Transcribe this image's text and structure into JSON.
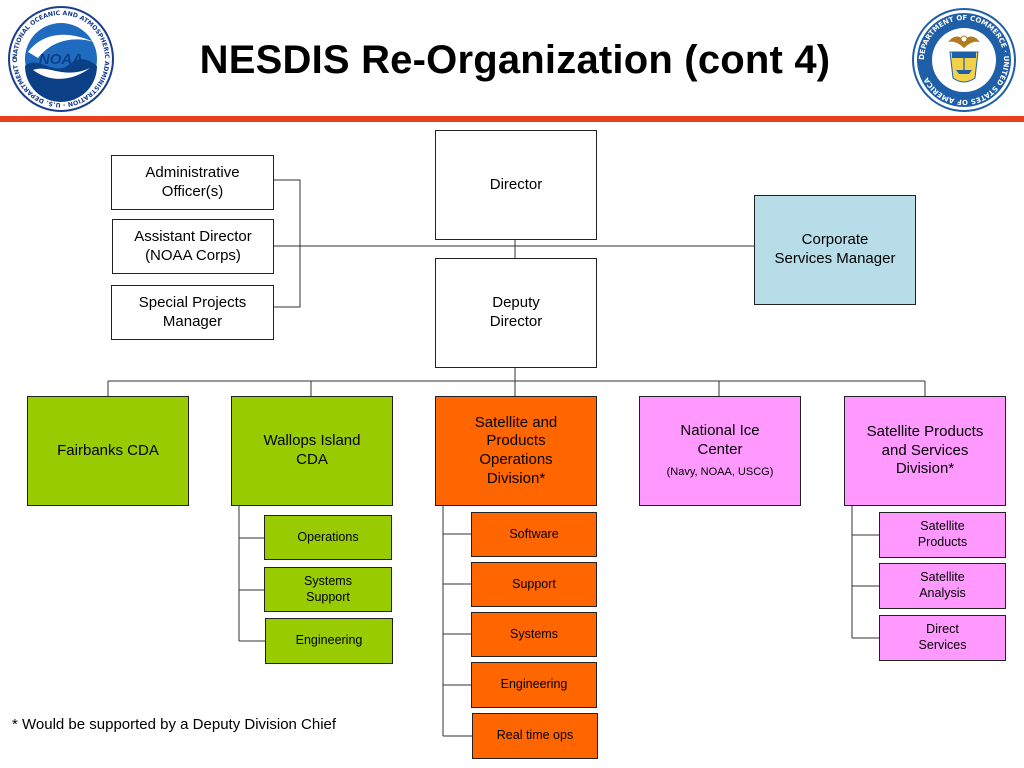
{
  "title": "NESDIS Re-Organization (cont 4)",
  "colors": {
    "accent_rule": "#e8401c",
    "field_offices": "#99cc00",
    "operations_division": "#ff6600",
    "ice_and_products": "#ff99ff",
    "corporate_services": "#b7dde8"
  },
  "logos": {
    "left": {
      "icon": "noaa-logo-icon",
      "center_text": "NOAA",
      "ring_text": "NATIONAL OCEANIC AND ATMOSPHERIC ADMINISTRATION · U.S. DEPARTMENT OF COMMERCE"
    },
    "right": {
      "icon": "department-of-commerce-seal-icon",
      "ring_text": "DEPARTMENT OF COMMERCE · UNITED STATES OF AMERICA"
    }
  },
  "org": {
    "director": "Director",
    "deputy_director": [
      "Deputy",
      "Director"
    ],
    "staff": [
      [
        "Administrative",
        "Officer(s)"
      ],
      [
        "Assistant Director",
        "(NOAA Corps)"
      ],
      [
        "Special Projects",
        "Manager"
      ]
    ],
    "corporate_services": [
      "Corporate",
      "Services Manager"
    ],
    "divisions": {
      "fairbanks": "Fairbanks CDA",
      "wallops": [
        "Wallops Island",
        "CDA"
      ],
      "spod": [
        "Satellite and",
        "Products",
        "Operations",
        "Division*"
      ],
      "ice_center": [
        "National Ice",
        "Center"
      ],
      "ice_center_note": "(Navy, NOAA, USCG)",
      "spsd": [
        "Satellite Products",
        "and Services",
        "Division*"
      ]
    },
    "wallops_units": [
      "Operations",
      [
        "Systems",
        "Support"
      ],
      "Engineering"
    ],
    "spod_units": [
      "Software",
      "Support",
      "Systems",
      "Engineering",
      "Real time ops"
    ],
    "spsd_units": [
      [
        "Satellite",
        "Products"
      ],
      [
        "Satellite",
        "Analysis"
      ],
      [
        "Direct",
        "Services"
      ]
    ]
  },
  "footnote": "* Would be supported by a Deputy Division Chief"
}
